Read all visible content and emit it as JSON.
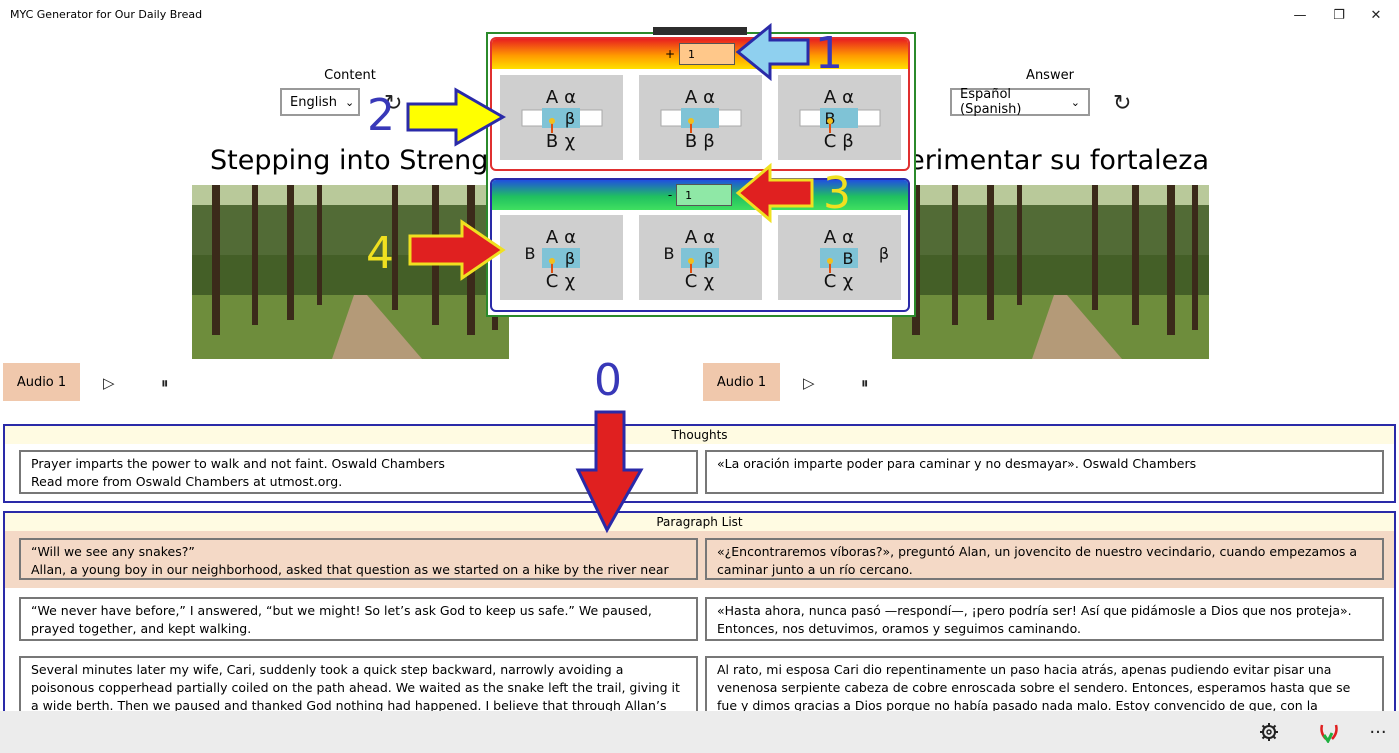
{
  "window": {
    "title": "MYC Generator for Our Daily Bread",
    "minimize": "—",
    "maximize": "❐",
    "close": "✕"
  },
  "content": {
    "label": "Content",
    "language": "English",
    "title": "Stepping into Strength",
    "audio_label": "Audio 1"
  },
  "answer": {
    "label": "Answer",
    "language": "Español (Spanish)",
    "title": "Experimentar su fortaleza",
    "audio_label": "Audio 1"
  },
  "thoughts": {
    "header": "Thoughts",
    "left": [
      "Prayer imparts the power to walk and not faint. Oswald Chambers",
      "Read more from Oswald Chambers at utmost.org."
    ],
    "right": [
      "«La oración imparte poder para caminar y no desmayar». Oswald Chambers"
    ]
  },
  "paragraphs": {
    "header": "Paragraph List",
    "items": [
      {
        "left": [
          "“Will we see any snakes?”",
          "Allan, a young boy in our neighborhood, asked that question as we started on a hike by the river near our home."
        ],
        "right": [
          "«¿Encontraremos víboras?», preguntó Alan, un jovencito de nuestro vecindario, cuando empezamos a caminar junto a un río cercano."
        ]
      },
      {
        "left": [
          "“We never have before,” I answered, “but we might! So let’s ask God to keep us safe.” We paused, prayed together, and kept walking."
        ],
        "right": [
          "«Hasta ahora, nunca pasó —respondí—, ¡pero podría ser! Así que pidámosle a Dios que nos proteja». Entonces, nos detuvimos, oramos y seguimos caminando."
        ]
      },
      {
        "left": [
          "Several minutes later my wife, Cari, suddenly took a quick step backward, narrowly avoiding a poisonous copperhead partially coiled on the path ahead. We waited as the snake left the trail, giving it a wide berth. Then we paused and thanked God nothing had happened. I believe that through Allan’s question, God had prepared us"
        ],
        "right": [
          "Al rato, mi esposa Cari dio repentinamente un paso hacia atrás, apenas pudiendo evitar pisar una venenosa serpiente cabeza de cobre enroscada sobre el sendero. Entonces, esperamos hasta que se fue y dimos gracias a Dios porque no había pasado nada malo. Estoy convencido de que, con la pregunta de Alan, Dios nos había"
        ]
      }
    ]
  },
  "popup": {
    "plus_sign": "+",
    "plus_value": "1",
    "minus_sign": "-",
    "minus_value": "1",
    "plus_tiles": [
      {
        "top": [
          "A",
          "α"
        ],
        "mid": "β",
        "bottom": [
          "B",
          "χ"
        ]
      },
      {
        "top": [
          "A",
          "α"
        ],
        "mid": "",
        "bottom": [
          "B",
          "β"
        ]
      },
      {
        "top": [
          "A",
          "α"
        ],
        "mid": "B",
        "bottom": [
          "C",
          "β"
        ]
      }
    ],
    "minus_tiles": [
      {
        "top": [
          "A",
          "α"
        ],
        "side": "B",
        "mid": "β",
        "bottom": [
          "C",
          "χ"
        ]
      },
      {
        "top": [
          "A",
          "α"
        ],
        "side": "B",
        "mid": "β",
        "bottom": [
          "C",
          "χ"
        ]
      },
      {
        "top": [
          "A",
          "α"
        ],
        "side": "β",
        "mid": "B",
        "bottom": [
          "C",
          "χ"
        ]
      }
    ]
  },
  "annotations": {
    "n0": "0",
    "n1": "1",
    "n2": "2",
    "n3": "3",
    "n4": "4"
  },
  "controls": {
    "play": "▷",
    "pause": "⏸",
    "refresh": "↻",
    "chevron": "⌄",
    "more": "···"
  },
  "colors": {
    "panel_border": "#2a2aa8",
    "highlight": "#f4d9c6",
    "audio_button": "#f0c8ac",
    "popup_border": "#2b8a2b",
    "arrow_blue": "#8fd0ef",
    "arrow_yellow": "#ffff00",
    "arrow_red": "#e02020",
    "annotation_blue": "#3838b8",
    "annotation_yellow": "#f0e020"
  }
}
